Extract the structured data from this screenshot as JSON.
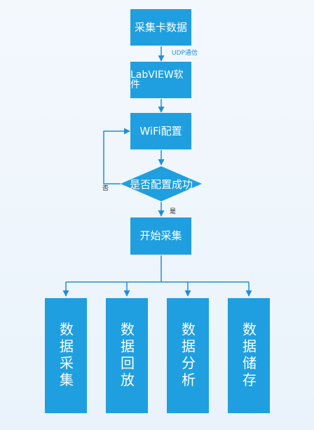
{
  "flow": {
    "node_collect_data": "采集卡数据",
    "edge_udp": "UDP通信",
    "node_labview": "LabVIEW软件",
    "node_wifi": "WiFi配置",
    "decision": "是否配置成功",
    "decision_no": "否",
    "decision_yes": "是",
    "node_start": "开始采集",
    "outputs": [
      "数据采集",
      "数据回放",
      "数据分析",
      "数据储存"
    ]
  },
  "colors": {
    "box_fill": "#1f9fdf",
    "line": "#1f8fd8",
    "background": "#eef5fc"
  }
}
